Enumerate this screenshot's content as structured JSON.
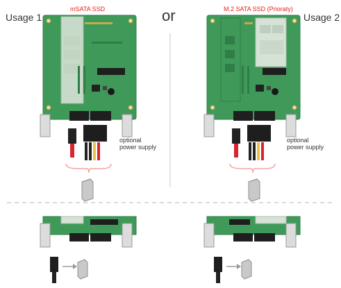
{
  "labels": {
    "usage_left": "Usage 1",
    "usage_right": "Usage 2",
    "or": "or",
    "ssd_left": "mSATA SSD",
    "ssd_right": "M.2 SATA SSD (Prioraty)",
    "optional_power_left_1": "optional",
    "optional_power_left_2": "power supply",
    "optional_power_right_1": "optional",
    "optional_power_right_2": "power supply"
  },
  "colors": {
    "pcb": "#3f9a5a",
    "pcb_dark": "#2f7d47",
    "slot_highlight": "#d6e2d6",
    "sata_red": "#d9232e",
    "ssd_label_red": "#e2231a",
    "divider": "#b5b5b5",
    "device_gray": "#bfbfbf",
    "bracket_pink": "#f2a3a3",
    "arrow_gray": "#9a9a9a"
  }
}
